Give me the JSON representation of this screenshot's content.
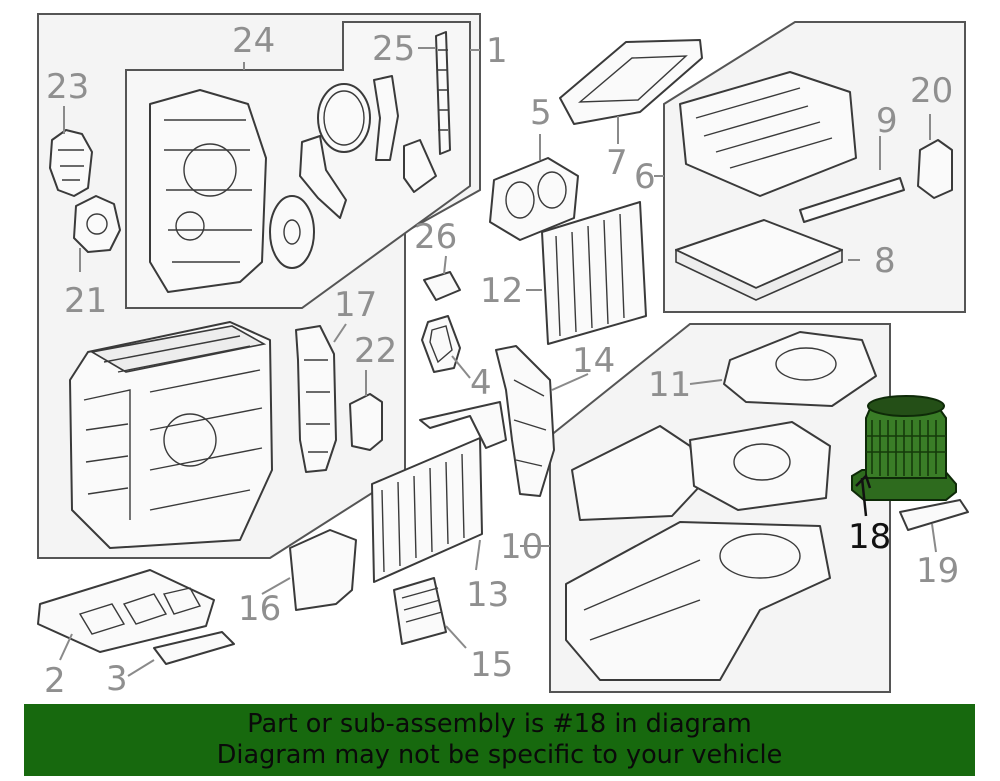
{
  "callouts": {
    "c1": "1",
    "c2": "2",
    "c3": "3",
    "c4": "4",
    "c5": "5",
    "c6": "6",
    "c7": "7",
    "c8": "8",
    "c9": "9",
    "c10": "10",
    "c11": "11",
    "c12": "12",
    "c13": "13",
    "c14": "14",
    "c15": "15",
    "c16": "16",
    "c17": "17",
    "c18": "18",
    "c19": "19",
    "c20": "20",
    "c21": "21",
    "c22": "22",
    "c23": "23",
    "c24": "24",
    "c25": "25",
    "c26": "26"
  },
  "highlight": {
    "part": "18",
    "color": "#2e6b1e"
  },
  "banner": {
    "line1": "Part or sub-assembly is #18 in diagram",
    "line2": "Diagram may not be specific to your vehicle",
    "background": "#17690e"
  }
}
